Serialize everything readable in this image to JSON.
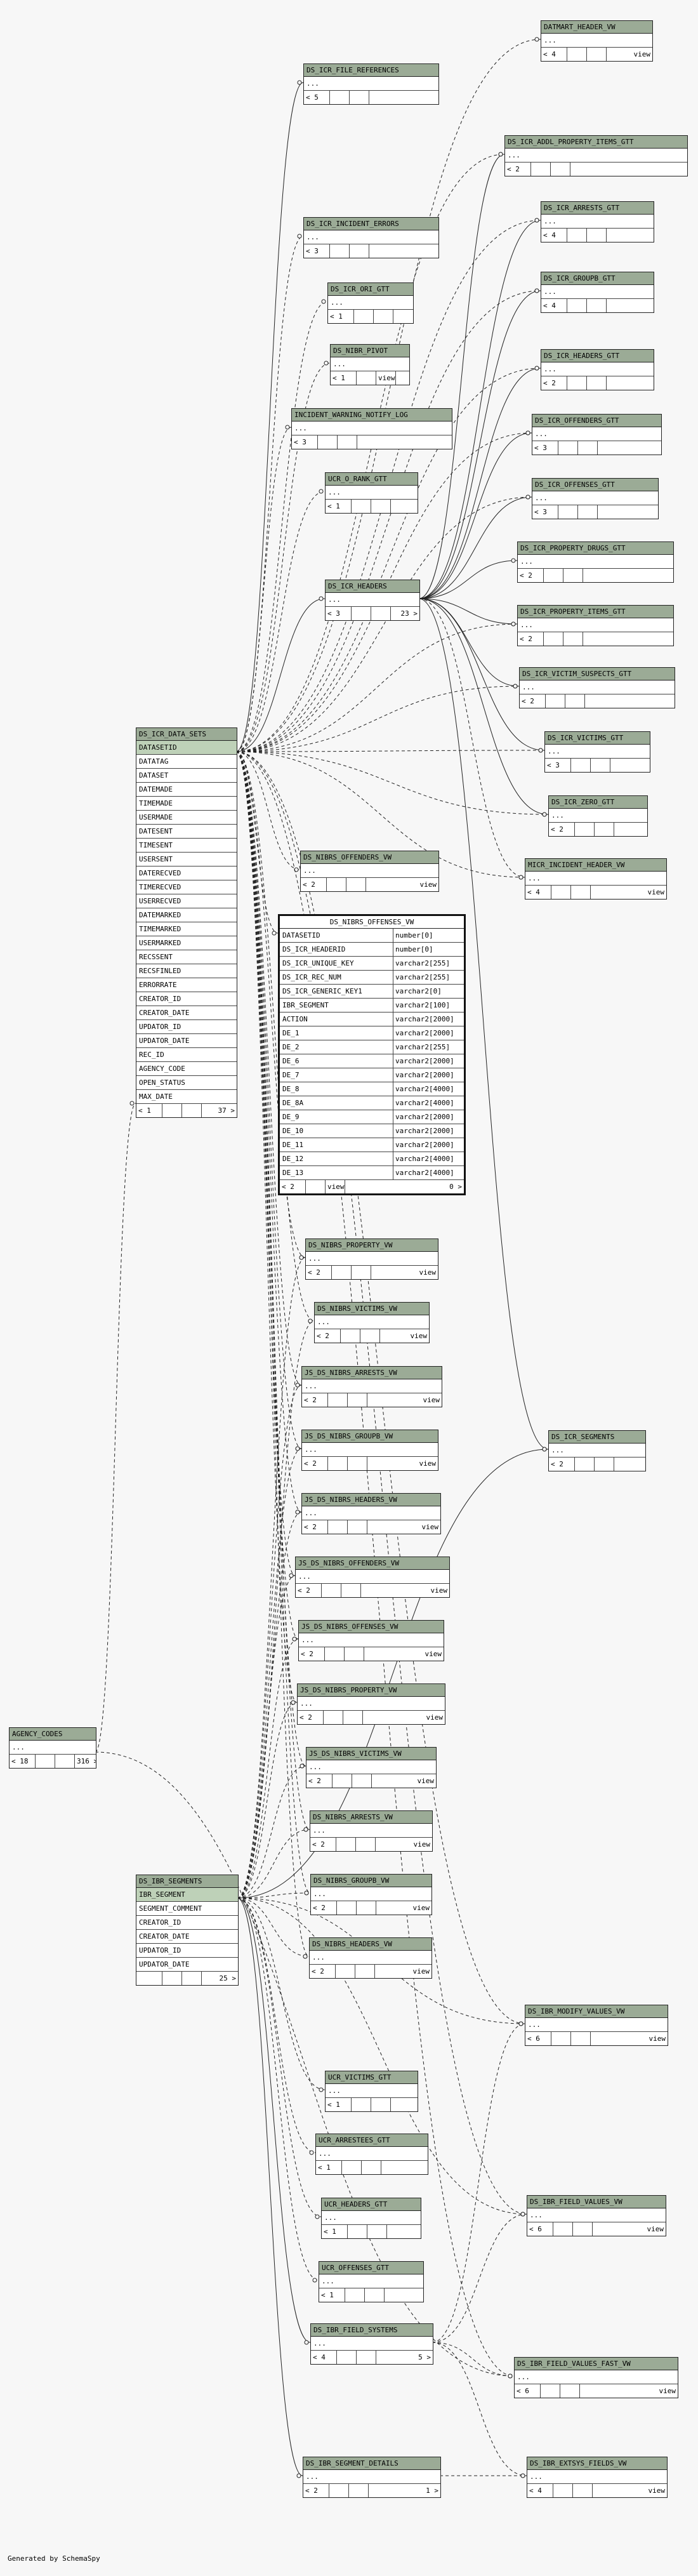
{
  "footer_text": "Generated by SchemaSpy",
  "colors": {
    "header": "#9bab96",
    "pk_row": "#bed1b8",
    "line": "#222222",
    "background": "#f7f7f7"
  },
  "tables": [
    {
      "id": "datmart_header_vw",
      "name": "DATMART_HEADER_VW",
      "rows": [
        "..."
      ],
      "foot": [
        "< 4",
        "",
        "",
        "view"
      ]
    },
    {
      "id": "ds_icr_file_references",
      "name": "DS_ICR_FILE_REFERENCES",
      "rows": [
        "..."
      ],
      "foot": [
        "< 5",
        "",
        "",
        ""
      ]
    },
    {
      "id": "ds_icr_addl_property_items_gtt",
      "name": "DS_ICR_ADDL_PROPERTY_ITEMS_GTT",
      "rows": [
        "..."
      ],
      "foot": [
        "< 2",
        "",
        "",
        ""
      ]
    },
    {
      "id": "ds_icr_arrests_gtt",
      "name": "DS_ICR_ARRESTS_GTT",
      "rows": [
        "..."
      ],
      "foot": [
        "< 4",
        "",
        "",
        ""
      ]
    },
    {
      "id": "ds_icr_incident_errors",
      "name": "DS_ICR_INCIDENT_ERRORS",
      "rows": [
        "..."
      ],
      "foot": [
        "< 3",
        "",
        "",
        ""
      ]
    },
    {
      "id": "ds_icr_groupb_gtt",
      "name": "DS_ICR_GROUPB_GTT",
      "rows": [
        "..."
      ],
      "foot": [
        "< 4",
        "",
        "",
        ""
      ]
    },
    {
      "id": "ds_icr_ori_gtt",
      "name": "DS_ICR_ORI_GTT",
      "rows": [
        "..."
      ],
      "foot": [
        "< 1",
        "",
        "",
        ""
      ]
    },
    {
      "id": "ds_icr_headers_gtt",
      "name": "DS_ICR_HEADERS_GTT",
      "rows": [
        "..."
      ],
      "foot": [
        "< 2",
        "",
        "",
        ""
      ]
    },
    {
      "id": "ds_nibr_pivot",
      "name": "DS_NIBR_PIVOT",
      "rows": [
        "..."
      ],
      "foot": [
        "< 1",
        "",
        "view",
        ""
      ]
    },
    {
      "id": "ds_icr_offenders_gtt",
      "name": "DS_ICR_OFFENDERS_GTT",
      "rows": [
        "..."
      ],
      "foot": [
        "< 3",
        "",
        "",
        ""
      ]
    },
    {
      "id": "incident_warning_notify_log",
      "name": "INCIDENT_WARNING_NOTIFY_LOG",
      "rows": [
        "..."
      ],
      "foot": [
        "< 3",
        "",
        "",
        ""
      ]
    },
    {
      "id": "ds_icr_offenses_gtt",
      "name": "DS_ICR_OFFENSES_GTT",
      "rows": [
        "..."
      ],
      "foot": [
        "< 3",
        "",
        "",
        ""
      ]
    },
    {
      "id": "ucr_o_rank_gtt",
      "name": "UCR_O_RANK_GTT",
      "rows": [
        "..."
      ],
      "foot": [
        "< 1",
        "",
        "",
        ""
      ]
    },
    {
      "id": "ds_icr_property_drugs_gtt",
      "name": "DS_ICR_PROPERTY_DRUGS_GTT",
      "rows": [
        "..."
      ],
      "foot": [
        "< 2",
        "",
        "",
        ""
      ]
    },
    {
      "id": "ds_icr_headers",
      "name": "DS_ICR_HEADERS",
      "rows": [
        "..."
      ],
      "foot": [
        "< 3",
        "",
        "",
        "23 >"
      ]
    },
    {
      "id": "ds_icr_property_items_gtt",
      "name": "DS_ICR_PROPERTY_ITEMS_GTT",
      "rows": [
        "..."
      ],
      "foot": [
        "< 2",
        "",
        "",
        ""
      ]
    },
    {
      "id": "ds_icr_victim_suspects_gtt",
      "name": "DS_ICR_VICTIM_SUSPECTS_GTT",
      "rows": [
        "..."
      ],
      "foot": [
        "< 2",
        "",
        "",
        ""
      ]
    },
    {
      "id": "ds_icr_victims_gtt",
      "name": "DS_ICR_VICTIMS_GTT",
      "rows": [
        "..."
      ],
      "foot": [
        "< 3",
        "",
        "",
        ""
      ]
    },
    {
      "id": "ds_icr_zero_gtt",
      "name": "DS_ICR_ZERO_GTT",
      "rows": [
        "..."
      ],
      "foot": [
        "< 2",
        "",
        "",
        ""
      ]
    },
    {
      "id": "micr_incident_header_vw",
      "name": "MICR_INCIDENT_HEADER_VW",
      "rows": [
        "..."
      ],
      "foot": [
        "< 4",
        "",
        "",
        "view"
      ]
    },
    {
      "id": "ds_nibrs_offenders_vw",
      "name": "DS_NIBRS_OFFENDERS_VW",
      "rows": [
        "..."
      ],
      "foot": [
        "< 2",
        "",
        "",
        "view"
      ]
    },
    {
      "id": "ds_icr_data_sets",
      "name": "DS_ICR_DATA_SETS",
      "pk": "DATASETID",
      "rows": [
        "DATASETID",
        "DATATAG",
        "DATASET",
        "DATEMADE",
        "TIMEMADE",
        "USERMADE",
        "DATESENT",
        "TIMESENT",
        "USERSENT",
        "DATERECVED",
        "TIMERECVED",
        "USERRECVED",
        "DATEMARKED",
        "TIMEMARKED",
        "USERMARKED",
        "RECSSENT",
        "RECSFINLED",
        "ERRORRATE",
        "CREATOR_ID",
        "CREATOR_DATE",
        "UPDATOR_ID",
        "UPDATOR_DATE",
        "REC_ID",
        "AGENCY_CODE",
        "OPEN_STATUS",
        "MAX_DATE"
      ],
      "foot": [
        "< 1",
        "",
        "",
        "37 >"
      ]
    },
    {
      "id": "ds_nibrs_offenses_vw",
      "name": "DS_NIBRS_OFFENSES_VW",
      "focus": true,
      "columns": [
        [
          "DATASETID",
          "number[0]"
        ],
        [
          "DS_ICR_HEADERID",
          "number[0]"
        ],
        [
          "DS_ICR_UNIQUE_KEY",
          "varchar2[255]"
        ],
        [
          "DS_ICR_REC_NUM",
          "varchar2[255]"
        ],
        [
          "DS_ICR_GENERIC_KEY1",
          "varchar2[0]"
        ],
        [
          "IBR_SEGMENT",
          "varchar2[100]"
        ],
        [
          "ACTION",
          "varchar2[2000]"
        ],
        [
          "DE_1",
          "varchar2[2000]"
        ],
        [
          "DE_2",
          "varchar2[255]"
        ],
        [
          "DE_6",
          "varchar2[2000]"
        ],
        [
          "DE_7",
          "varchar2[2000]"
        ],
        [
          "DE_8",
          "varchar2[4000]"
        ],
        [
          "DE_8A",
          "varchar2[4000]"
        ],
        [
          "DE_9",
          "varchar2[2000]"
        ],
        [
          "DE_10",
          "varchar2[2000]"
        ],
        [
          "DE_11",
          "varchar2[2000]"
        ],
        [
          "DE_12",
          "varchar2[4000]"
        ],
        [
          "DE_13",
          "varchar2[4000]"
        ]
      ],
      "foot": [
        "< 2",
        "",
        "view",
        "0 >"
      ]
    },
    {
      "id": "ds_nibrs_property_vw",
      "name": "DS_NIBRS_PROPERTY_VW",
      "rows": [
        "..."
      ],
      "foot": [
        "< 2",
        "",
        "",
        "view"
      ]
    },
    {
      "id": "ds_nibrs_victims_vw",
      "name": "DS_NIBRS_VICTIMS_VW",
      "rows": [
        "..."
      ],
      "foot": [
        "< 2",
        "",
        "",
        "view"
      ]
    },
    {
      "id": "js_ds_nibrs_arrests_vw",
      "name": "JS_DS_NIBRS_ARRESTS_VW",
      "rows": [
        "..."
      ],
      "foot": [
        "< 2",
        "",
        "",
        "view"
      ]
    },
    {
      "id": "js_ds_nibrs_groupb_vw",
      "name": "JS_DS_NIBRS_GROUPB_VW",
      "rows": [
        "..."
      ],
      "foot": [
        "< 2",
        "",
        "",
        "view"
      ]
    },
    {
      "id": "ds_icr_segments",
      "name": "DS_ICR_SEGMENTS",
      "rows": [
        "..."
      ],
      "foot": [
        "< 2",
        "",
        "",
        ""
      ]
    },
    {
      "id": "js_ds_nibrs_headers_vw",
      "name": "JS_DS_NIBRS_HEADERS_VW",
      "rows": [
        "..."
      ],
      "foot": [
        "< 2",
        "",
        "",
        "view"
      ]
    },
    {
      "id": "js_ds_nibrs_offenders_vw",
      "name": "JS_DS_NIBRS_OFFENDERS_VW",
      "rows": [
        "..."
      ],
      "foot": [
        "< 2",
        "",
        "",
        "view"
      ]
    },
    {
      "id": "js_ds_nibrs_offenses_vw",
      "name": "JS_DS_NIBRS_OFFENSES_VW",
      "rows": [
        "..."
      ],
      "foot": [
        "< 2",
        "",
        "",
        "view"
      ]
    },
    {
      "id": "js_ds_nibrs_property_vw",
      "name": "JS_DS_NIBRS_PROPERTY_VW",
      "rows": [
        "..."
      ],
      "foot": [
        "< 2",
        "",
        "",
        "view"
      ]
    },
    {
      "id": "agency_codes",
      "name": "AGENCY_CODES",
      "rows": [
        "..."
      ],
      "foot": [
        "< 18",
        "",
        "",
        "316 >"
      ]
    },
    {
      "id": "js_ds_nibrs_victims_vw",
      "name": "JS_DS_NIBRS_VICTIMS_VW",
      "rows": [
        "..."
      ],
      "foot": [
        "< 2",
        "",
        "",
        "view"
      ]
    },
    {
      "id": "ds_nibrs_arrests_vw",
      "name": "DS_NIBRS_ARRESTS_VW",
      "rows": [
        "..."
      ],
      "foot": [
        "< 2",
        "",
        "",
        "view"
      ]
    },
    {
      "id": "ds_ibr_segments",
      "name": "DS_IBR_SEGMENTS",
      "pk": "IBR_SEGMENT",
      "rows": [
        "IBR_SEGMENT",
        "SEGMENT_COMMENT",
        "CREATOR_ID",
        "CREATOR_DATE",
        "UPDATOR_ID",
        "UPDATOR_DATE"
      ],
      "foot": [
        "",
        "",
        "",
        "25 >"
      ]
    },
    {
      "id": "ds_nibrs_groupb_vw",
      "name": "DS_NIBRS_GROUPB_VW",
      "rows": [
        "..."
      ],
      "foot": [
        "< 2",
        "",
        "",
        "view"
      ]
    },
    {
      "id": "ds_nibrs_headers_vw",
      "name": "DS_NIBRS_HEADERS_VW",
      "rows": [
        "..."
      ],
      "foot": [
        "< 2",
        "",
        "",
        "view"
      ]
    },
    {
      "id": "ds_ibr_modify_values_vw",
      "name": "DS_IBR_MODIFY_VALUES_VW",
      "rows": [
        "..."
      ],
      "foot": [
        "< 6",
        "",
        "",
        "view"
      ]
    },
    {
      "id": "ucr_victims_gtt",
      "name": "UCR_VICTIMS_GTT",
      "rows": [
        "..."
      ],
      "foot": [
        "< 1",
        "",
        "",
        ""
      ]
    },
    {
      "id": "ucr_arrestees_gtt",
      "name": "UCR_ARRESTEES_GTT",
      "rows": [
        "..."
      ],
      "foot": [
        "< 1",
        "",
        "",
        ""
      ]
    },
    {
      "id": "ds_ibr_field_values_vw",
      "name": "DS_IBR_FIELD_VALUES_VW",
      "rows": [
        "..."
      ],
      "foot": [
        "< 6",
        "",
        "",
        "view"
      ]
    },
    {
      "id": "ucr_headers_gtt",
      "name": "UCR_HEADERS_GTT",
      "rows": [
        "..."
      ],
      "foot": [
        "< 1",
        "",
        "",
        ""
      ]
    },
    {
      "id": "ucr_offenses_gtt",
      "name": "UCR_OFFENSES_GTT",
      "rows": [
        "..."
      ],
      "foot": [
        "< 1",
        "",
        "",
        ""
      ]
    },
    {
      "id": "ds_ibr_field_systems",
      "name": "DS_IBR_FIELD_SYSTEMS",
      "rows": [
        "..."
      ],
      "foot": [
        "< 4",
        "",
        "",
        "5 >"
      ]
    },
    {
      "id": "ds_ibr_field_values_fast_vw",
      "name": "DS_IBR_FIELD_VALUES_FAST_VW",
      "rows": [
        "..."
      ],
      "foot": [
        "< 6",
        "",
        "",
        "view"
      ]
    },
    {
      "id": "ds_ibr_segment_details",
      "name": "DS_IBR_SEGMENT_DETAILS",
      "rows": [
        "..."
      ],
      "foot": [
        "< 2",
        "",
        "",
        "1 >"
      ]
    },
    {
      "id": "ds_ibr_extsys_fields_vw",
      "name": "DS_IBR_EXTSYS_FIELDS_VW",
      "rows": [
        "..."
      ],
      "foot": [
        "< 4",
        "",
        "",
        "view"
      ]
    }
  ]
}
